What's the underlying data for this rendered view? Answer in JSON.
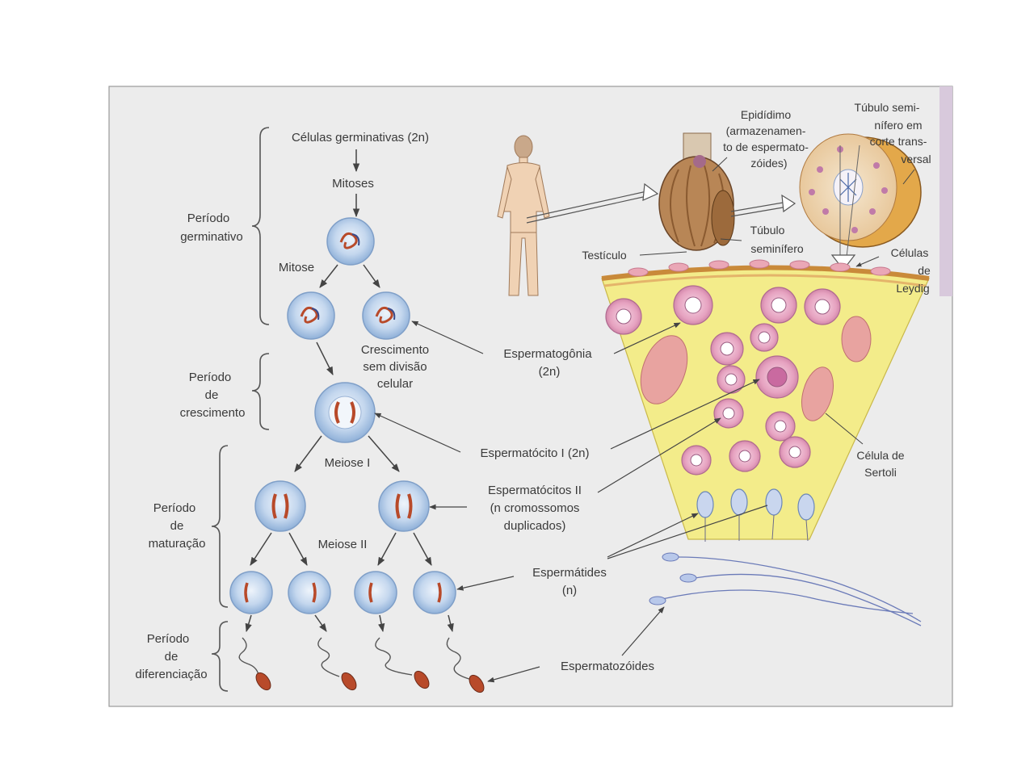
{
  "labels": {
    "germ_cells": "Células germinativas (2n)",
    "mitoses": "Mitoses",
    "mitose": "Mitose",
    "growth_1": "Crescimento",
    "growth_2": "sem divisão",
    "growth_3": "celular",
    "meiose1": "Meiose I",
    "meiose2": "Meiose II"
  },
  "periods": {
    "germinativo": [
      "Período",
      "germinativo"
    ],
    "crescimento": [
      "Período",
      "de",
      "crescimento"
    ],
    "maturacao": [
      "Período",
      "de",
      "maturação"
    ],
    "diferenciacao": [
      "Período",
      "de",
      "diferenciação"
    ]
  },
  "callouts": {
    "espermatogonia": [
      "Espermatogônia",
      "(2n)"
    ],
    "espermatocito1": "Espermatócito I (2n)",
    "espermatocitos2": [
      "Espermatócitos II",
      "(n cromossomos",
      "duplicados)"
    ],
    "espermatides": [
      "Espermátides",
      "(n)"
    ],
    "espermatozoides": "Espermatozóides"
  },
  "anatomy": {
    "epididimo": [
      "Epidídimo",
      "(armazenamen-",
      "to de espermato-",
      "zóides)"
    ],
    "tubulo_corte": [
      "Túbulo semi-",
      "nífero em",
      "corte trans-",
      "versal"
    ],
    "testiculo": "Testículo",
    "tubulo_seminifero": [
      "Túbulo",
      "seminífero"
    ],
    "leydig": [
      "Células",
      "de",
      "Leydig"
    ],
    "sertoli": [
      "Célula de",
      "Sertoli"
    ]
  },
  "colors": {
    "tissue": "#f3ec8a",
    "cell_pink": "#e9a6c4",
    "cell_blue": "#b9cfe8",
    "chromosome": "#b84a2a",
    "sertoli": "#e8a3a0"
  }
}
